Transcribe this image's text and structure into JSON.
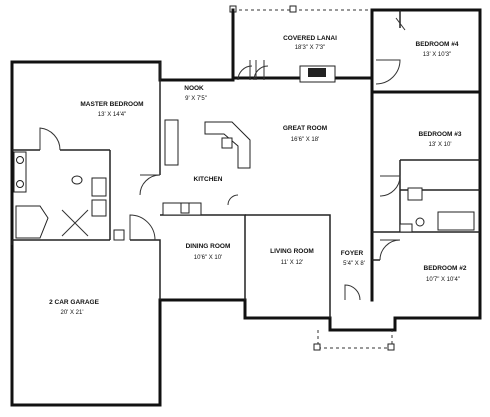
{
  "rooms": {
    "covered_lanai": {
      "name": "COVERED LANAI",
      "dims": "18'3\" X 7'3\""
    },
    "bedroom_4": {
      "name": "BEDROOM #4",
      "dims": "13' X 10'3\""
    },
    "master_bedroom": {
      "name": "MASTER BEDROOM",
      "dims": "13' X 14'4\""
    },
    "nook": {
      "name": "NOOK",
      "dims": "9' X 7'5\""
    },
    "great_room": {
      "name": "GREAT ROOM",
      "dims": "16'6\" X 18'"
    },
    "bedroom_3": {
      "name": "BEDROOM #3",
      "dims": "13' X 10'"
    },
    "kitchen": {
      "name": "KITCHEN"
    },
    "dining_room": {
      "name": "DINING ROOM",
      "dims": "10'6\" X 10'"
    },
    "living_room": {
      "name": "LIVING ROOM",
      "dims": "11' X 12'"
    },
    "foyer": {
      "name": "FOYER",
      "dims": "5'4\" X 8'"
    },
    "bedroom_2": {
      "name": "BEDROOM #2",
      "dims": "10'7\" X 10'4\""
    },
    "garage": {
      "name": "2 CAR GARAGE",
      "dims": "20' X 21'"
    }
  }
}
